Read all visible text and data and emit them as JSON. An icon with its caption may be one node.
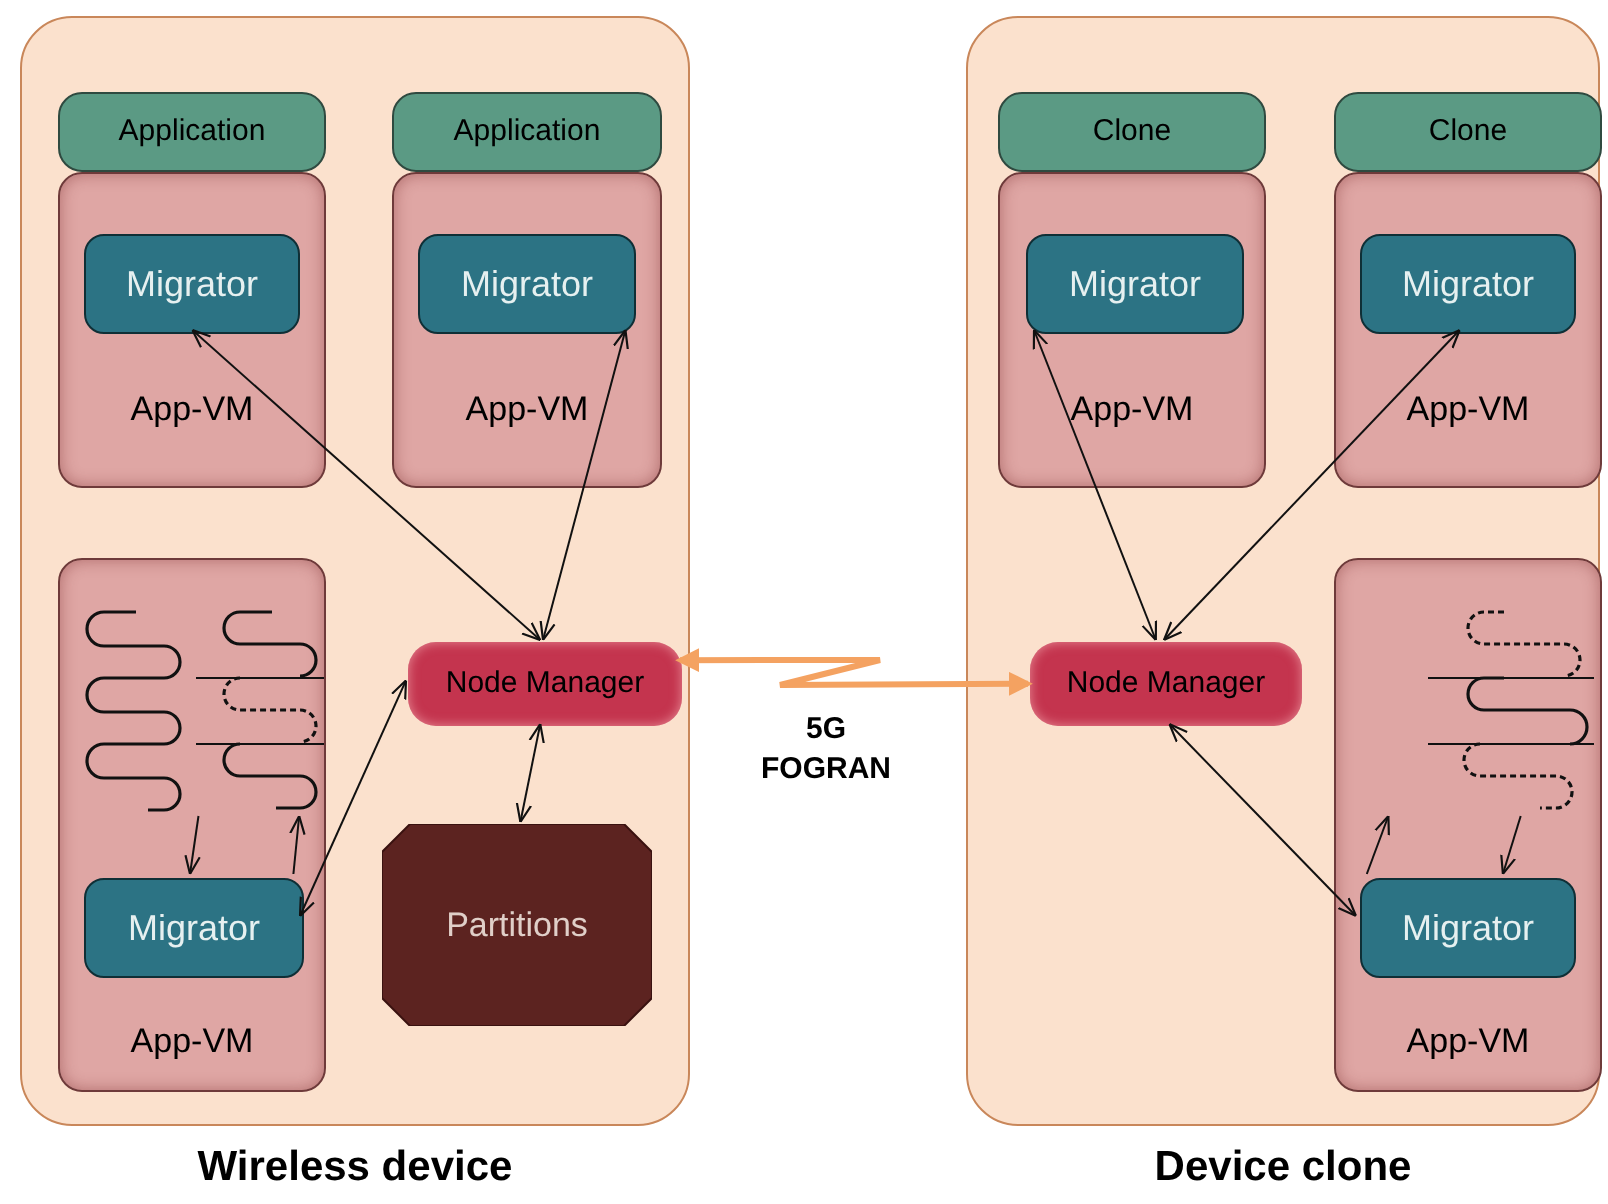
{
  "diagram": {
    "nodes": [
      {
        "text": [
          "Wireless device"
        ]
      },
      {
        "text": [
          "Application"
        ],
        "in": 0
      },
      {
        "text": [
          "App-VM"
        ],
        "in": 0
      },
      {
        "text": [
          "Migrator"
        ],
        "in": 2
      },
      {
        "text": [
          "Application"
        ],
        "in": 0
      },
      {
        "text": [
          "App-VM"
        ],
        "in": 0
      },
      {
        "text": [
          "Migrator"
        ],
        "in": 5
      },
      {
        "text": [
          "App-VM"
        ],
        "in": 0
      },
      {
        "text": [],
        "shape": "picture",
        "in": 7
      },
      {
        "text": [
          "Migrator"
        ],
        "in": 7
      },
      {
        "text": [
          "Node Manager"
        ],
        "in": 0
      },
      {
        "text": [
          "Partitions"
        ],
        "in": 0
      },
      {
        "text": [
          "Device clone"
        ]
      },
      {
        "text": [
          "Clone"
        ],
        "in": 12
      },
      {
        "text": [
          "App-VM"
        ],
        "in": 12
      },
      {
        "text": [
          "Migrator"
        ],
        "in": 14
      },
      {
        "text": [
          "Clone"
        ],
        "in": 12
      },
      {
        "text": [
          "App-VM"
        ],
        "in": 12
      },
      {
        "text": [
          "Migrator"
        ],
        "in": 17
      },
      {
        "text": [
          "Node Manager"
        ],
        "in": 12
      },
      {
        "text": [
          "App-VM"
        ],
        "in": 12
      },
      {
        "text": [],
        "shape": "picture",
        "in": 20
      },
      {
        "text": [
          "Migrator"
        ],
        "in": 20
      }
    ],
    "edges": [
      {
        "from": 3,
        "to": 10,
        "arrow": "both"
      },
      {
        "from": 6,
        "to": 10,
        "arrow": "both"
      },
      {
        "from": 8,
        "to": 9,
        "arrow": "to"
      },
      {
        "from": 9,
        "to": 8,
        "arrow": "to"
      },
      {
        "from": 9,
        "to": 10,
        "arrow": "both"
      },
      {
        "from": 10,
        "to": 11,
        "arrow": "both"
      },
      {
        "from": 10,
        "to": 19,
        "arrow": "both",
        "label": "5G FOGRAN",
        "style": "thick",
        "color": "#f4a261"
      },
      {
        "from": 15,
        "to": 19,
        "arrow": "both"
      },
      {
        "from": 18,
        "to": 19,
        "arrow": "both"
      },
      {
        "from": 19,
        "to": 22,
        "arrow": "both"
      },
      {
        "from": 22,
        "to": 21,
        "arrow": "to"
      },
      {
        "from": 21,
        "to": 22,
        "arrow": "to"
      }
    ]
  }
}
